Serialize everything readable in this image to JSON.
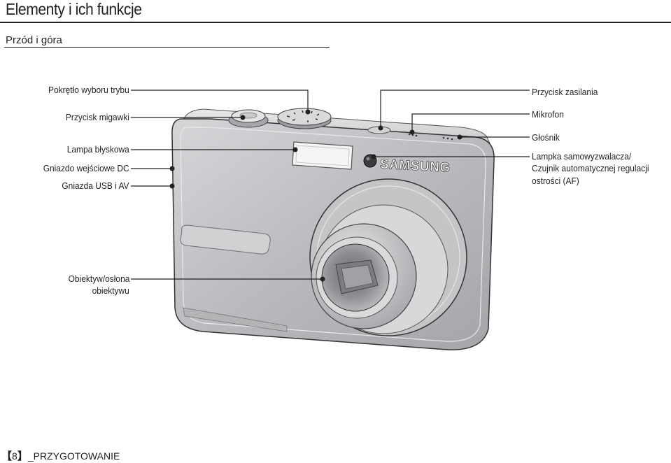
{
  "header": {
    "title": "Elementy i ich funkcje",
    "subtitle": "Przód i góra"
  },
  "callouts_left": {
    "mode_dial": "Pokrętło wyboru trybu",
    "shutter": "Przycisk migawki",
    "flash": "Lampa błyskowa",
    "dc_in": "Gniazdo wejściowe DC",
    "usb_av": "Gniazda USB i AV",
    "lens_line1": "Obiektyw/osłona",
    "lens_line2": "obiektywu"
  },
  "callouts_right": {
    "power": "Przycisk zasilania",
    "mic": "Mikrofon",
    "speaker": "Głośnik",
    "af_line1": "Lampka samowyzwalacza/",
    "af_line2": "Czujnik automatycznej regulacji",
    "af_line3": "ostrości (AF)"
  },
  "camera": {
    "brand": "SAMSUNG"
  },
  "footer": {
    "open_bracket": "【",
    "page_number": "8",
    "close_bracket": "】",
    "section": "_PRZYGOTOWANIE"
  },
  "colors": {
    "text": "#231f20",
    "body": "#c4c6c8",
    "body_dark": "#8e9093"
  }
}
